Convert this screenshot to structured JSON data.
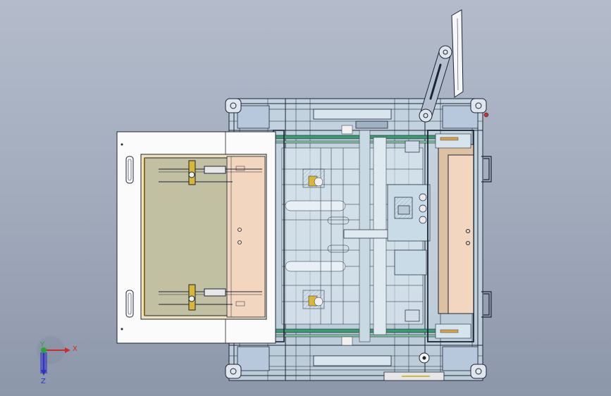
{
  "viewport": {
    "background_top": "#b4bccb",
    "background_bottom": "#8d97aa",
    "line_color": "#1c2433",
    "frame_tint": "#cfe0ea",
    "copper_panel_color": "#f2d6bf",
    "tray_color": "#c2c0a2",
    "green_rail_color": "#3c9a70",
    "orange_rail_color": "#d8a247"
  },
  "triad": {
    "x_label": "X",
    "y_label": "Y",
    "z_label": "Z",
    "x_color": "#d22a2a",
    "y_color": "#2aa33a",
    "z_color": "#3232c8"
  },
  "model": {
    "components": [
      "base-frame",
      "sliding-drawer",
      "drawer-tray",
      "left-copper-panel",
      "right-copper-panel",
      "center-beam",
      "pivot-arm",
      "upright-panel",
      "caster-wheels",
      "side-handles"
    ]
  }
}
